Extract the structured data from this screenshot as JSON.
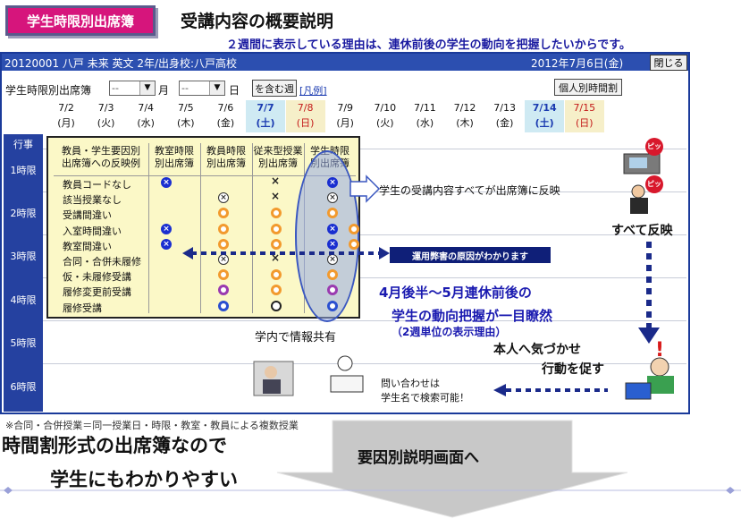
{
  "header": {
    "tag": "学生時限別出席簿",
    "title": "受講内容の概要説明",
    "subtitle": "２週間に表示している理由は、連休前後の学生の動向を把握したいからです。"
  },
  "window": {
    "student_info": "20120001  八戸  未来  英文 2年/出身校:八戸高校",
    "date": "2012年7月6日(金)",
    "close_label": "閉じる"
  },
  "toolbar": {
    "label": "学生時限別出席簿",
    "month_value": "--",
    "month_unit": "月",
    "day_value": "--",
    "day_unit": "日",
    "week_button": "を含む週",
    "example_link": "[凡例]",
    "personal_button": "個人別時間割"
  },
  "calendar": [
    {
      "date": "7/2",
      "dow": "(月)"
    },
    {
      "date": "7/3",
      "dow": "(火)"
    },
    {
      "date": "7/4",
      "dow": "(水)"
    },
    {
      "date": "7/5",
      "dow": "(木)"
    },
    {
      "date": "7/6",
      "dow": "(金)"
    },
    {
      "date": "7/7",
      "dow": "(土)"
    },
    {
      "date": "7/8",
      "dow": "(日)"
    },
    {
      "date": "7/9",
      "dow": "(月)"
    },
    {
      "date": "7/10",
      "dow": "(火)"
    },
    {
      "date": "7/11",
      "dow": "(水)"
    },
    {
      "date": "7/12",
      "dow": "(木)"
    },
    {
      "date": "7/13",
      "dow": "(金)"
    },
    {
      "date": "7/14",
      "dow": "(土)"
    },
    {
      "date": "7/15",
      "dow": "(日)"
    }
  ],
  "periods": [
    "行事",
    "1時限",
    "2時限",
    "3時限",
    "4時限",
    "5時限",
    "6時限"
  ],
  "legend": {
    "col1": "教員・学生要因別\n出席簿への反映例",
    "col2": "教室時限\n別出席簿",
    "col3": "教員時限\n別出席簿",
    "col4": "従来型授業\n別出席簿",
    "col5": "学生時限\n別出席簿",
    "rows": [
      "教員コードなし",
      "該当授業なし",
      "受講間違い",
      "入室時間違い",
      "教室間違い",
      "合同・合併未履修",
      "仮・未履修受講",
      "履修変更前受講",
      "履修受講"
    ]
  },
  "notes": {
    "reflect_all_content": "学生の受講内容すべてが出席簿に反映",
    "cause_known": "運用弊害の原因がわかります",
    "all_reflected": "すべて反映",
    "grasp_line1": "4月後半～5月連休前後の",
    "grasp_line2": "学生の動向把握が一目瞭然",
    "grasp_line3": "（2週単位の表示理由）",
    "share": "学内で情報共有",
    "notice_line1": "本人へ気づかせ",
    "notice_line2": "行動を促す",
    "inquiry_line1": "問い合わせは",
    "inquiry_line2": "学生名で検索可能！",
    "badge1": "ピッ",
    "badge2": "ピッ"
  },
  "footer": {
    "note": "※合同・合併授業＝同一授業日・時限・教室・教員による複数授業",
    "line1": "時間割形式の出席簿なので",
    "line2": "学生にもわかりやすい",
    "arrow_label": "要因別説明画面へ"
  }
}
